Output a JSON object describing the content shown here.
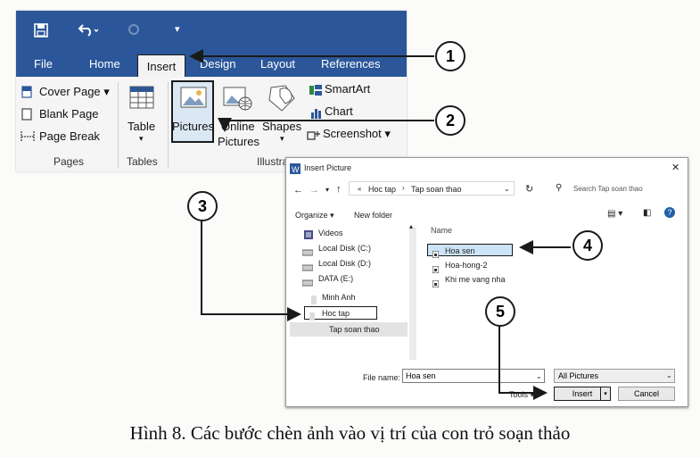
{
  "ribbon": {
    "tabs": [
      "File",
      "Home",
      "Insert",
      "Design",
      "Layout",
      "References"
    ],
    "pages": {
      "cover_page": "Cover Page",
      "blank_page": "Blank Page",
      "page_break": "Page Break",
      "label": "Pages"
    },
    "tables": {
      "table": "Table",
      "label": "Tables"
    },
    "illustrations": {
      "pictures": "Pictures",
      "online": "Online",
      "online2": "Pictures",
      "shapes": "Shapes",
      "smartart": "SmartArt",
      "chart": "Chart",
      "screenshot": "Screenshot",
      "label": "Illustrations"
    }
  },
  "dialog": {
    "title": "Insert Picture",
    "breadcrumb": [
      "Hoc tap",
      "Tap soan thao"
    ],
    "search_placeholder": "Search Tap soan thao",
    "organize": "Organize",
    "new_folder": "New folder",
    "column_name": "Name",
    "nav_items": [
      "Videos",
      "Local Disk (C:)",
      "Local Disk (D:)",
      "DATA (E:)",
      "Minh Anh",
      "Hoc tap",
      "Tap soan thao"
    ],
    "files": [
      "Hoa sen",
      "Hoa-hong-2",
      "Khi me vang nha"
    ],
    "file_name_label": "File name:",
    "file_name_value": "Hoa sen",
    "filter": "All Pictures",
    "tools": "Tools",
    "insert": "Insert",
    "cancel": "Cancel"
  },
  "callouts": [
    "1",
    "2",
    "3",
    "4",
    "5"
  ],
  "caption": "Hình 8. Các bước chèn ảnh vào vị trí của con trỏ soạn thảo",
  "colors": {
    "ribbon_blue": "#2b579a",
    "selection_blue": "#cce4f7",
    "callout_border": "#1a1a1a"
  }
}
